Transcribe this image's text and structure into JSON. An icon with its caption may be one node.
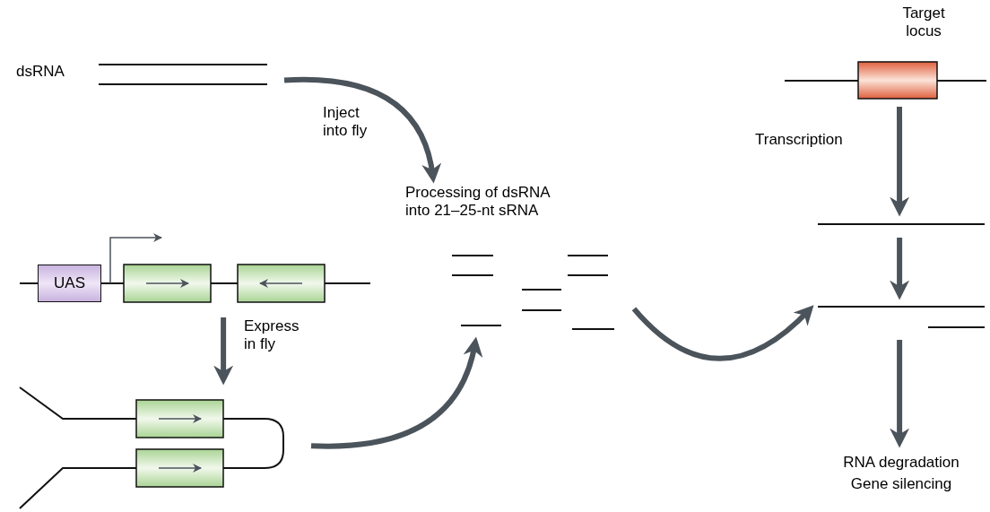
{
  "diagram": {
    "nodes": [
      {
        "text": [
          "dsRNA"
        ]
      },
      {
        "text": [
          "Processing of dsRNA into 21–25-nt sRNA"
        ]
      },
      {
        "text": [],
        "shape": "picture"
      },
      {
        "text": [
          "UAS"
        ],
        "in": 2
      },
      {
        "text": [],
        "shape": "picture"
      },
      {
        "text": [
          "Target locus"
        ]
      },
      {
        "text": [],
        "shape": "bar"
      },
      {
        "text": [],
        "shape": "picture"
      },
      {
        "text": [
          "RNA degradation",
          "Gene silencing"
        ]
      }
    ],
    "edges": [
      {
        "from": 0,
        "to": 1,
        "arrow": "to",
        "label": "Inject into fly"
      },
      {
        "from": 2,
        "to": 4,
        "arrow": "to",
        "label": "Express in fly"
      },
      {
        "from": 4,
        "to": 1,
        "arrow": "to"
      },
      {
        "from": 1,
        "to": 7,
        "arrow": "to"
      },
      {
        "from": 5,
        "to": 6,
        "arrow": "to",
        "label": "Transcription"
      },
      {
        "from": 6,
        "to": 7,
        "arrow": "to"
      },
      {
        "from": 7,
        "to": 8,
        "arrow": "to"
      }
    ]
  }
}
